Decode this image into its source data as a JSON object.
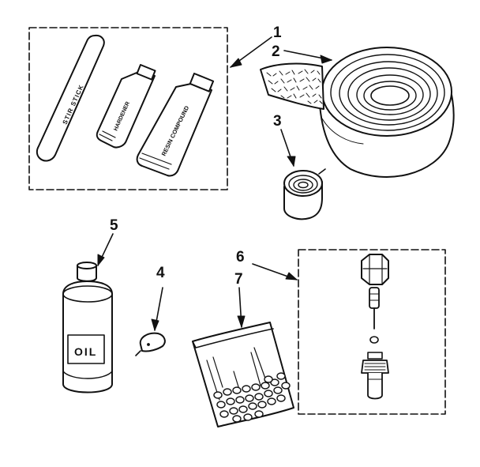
{
  "callouts": {
    "c1": "1",
    "c2": "2",
    "c3": "3",
    "c4": "4",
    "c5": "5",
    "c6": "6",
    "c7": "7"
  },
  "labels": {
    "stir_stick": "STIR STICK",
    "hardener": "HARDENER",
    "resin": "RESIN COMPOUND",
    "oil": "OIL"
  },
  "colors": {
    "ink": "#111111",
    "paper": "#ffffff"
  }
}
